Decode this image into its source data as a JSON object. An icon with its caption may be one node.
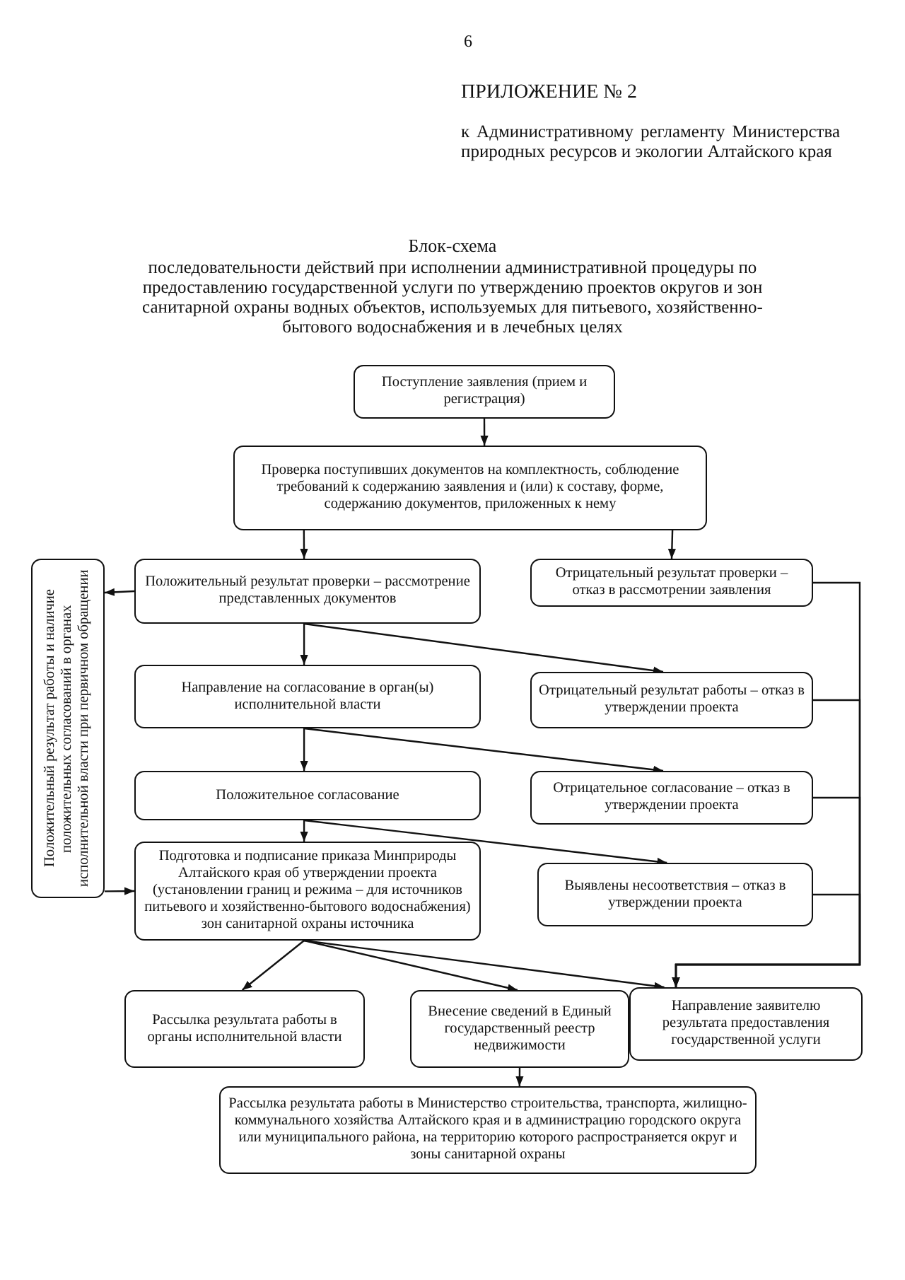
{
  "diagram": {
    "title": "Блок-схема",
    "nodes": [
      {
        "text": [
          "Поступление заявления (прием и регистрация)"
        ]
      },
      {
        "text": [
          "Проверка поступивших документов на комплектность, соблюдение требований к содержанию заявления и (или) к составу, форме, содержанию документов, приложенных к нему"
        ]
      },
      {
        "text": [
          "Положительный результат проверки – рассмотрение представленных документов"
        ]
      },
      {
        "text": [
          "Отрицательный результат проверки – отказ в рассмотрении заявления"
        ]
      },
      {
        "text": [
          "Положительный результат работы и наличие положительных согласований в органах исполнительной власти при первичном обращении"
        ]
      },
      {
        "text": [
          "Направление на согласование в орган(ы) исполнительной власти"
        ]
      },
      {
        "text": [
          "Отрицательный результат работы – отказ в утверждении проекта"
        ]
      },
      {
        "text": [
          "Положительное согласование"
        ]
      },
      {
        "text": [
          "Отрицательное согласование – отказ в утверждении проекта"
        ]
      },
      {
        "text": [
          "Подготовка и подписание приказа Минприроды Алтайского края об утверждении проекта (установлении границ и режима – для источников питьевого и хозяйственно-бытового водоснабжения) зон санитарной охраны источника"
        ]
      },
      {
        "text": [
          "Выявлены несоответствия – отказ в утверждении проекта"
        ]
      },
      {
        "text": [
          "Рассылка результата работы в органы исполнительной власти"
        ]
      },
      {
        "text": [
          "Внесение сведений в Единый государственный реестр недвижимости"
        ]
      },
      {
        "text": [
          "Направление заявителю результата предоставления государственной услуги"
        ]
      },
      {
        "text": [
          "Рассылка результата работы в Министерство строительства, транспорта, жилищно-коммунального хозяйства Алтайского края и в администрацию городского округа или муниципального района, на территорию которого распространяется округ и зоны санитарной охраны"
        ]
      }
    ],
    "edges": [
      {
        "from": 0,
        "to": 1,
        "arrow": "to"
      },
      {
        "from": 1,
        "to": 2,
        "arrow": "to"
      },
      {
        "from": 1,
        "to": 3,
        "arrow": "to"
      },
      {
        "from": 2,
        "to": 4,
        "arrow": "to"
      },
      {
        "from": 4,
        "to": 9,
        "arrow": "to"
      },
      {
        "from": 2,
        "to": 5,
        "arrow": "to"
      },
      {
        "from": 2,
        "to": 6,
        "arrow": "to"
      },
      {
        "from": 5,
        "to": 7,
        "arrow": "to"
      },
      {
        "from": 5,
        "to": 8,
        "arrow": "to"
      },
      {
        "from": 7,
        "to": 9,
        "arrow": "to"
      },
      {
        "from": 7,
        "to": 10,
        "arrow": "to"
      },
      {
        "from": 9,
        "to": 11,
        "arrow": "to"
      },
      {
        "from": 9,
        "to": 12,
        "arrow": "to"
      },
      {
        "from": 9,
        "to": 13,
        "arrow": "to"
      },
      {
        "from": 12,
        "to": 14,
        "arrow": "to"
      },
      {
        "from": 3,
        "to": 13,
        "arrow": "to"
      },
      {
        "from": 6,
        "to": 13,
        "arrow": "to"
      },
      {
        "from": 8,
        "to": 13,
        "arrow": "to"
      },
      {
        "from": 10,
        "to": 13,
        "arrow": "to"
      }
    ],
    "labels": [
      "6",
      "ПРИЛОЖЕНИЕ № 2",
      "к Административному регламенту Министерства природных ресурсов и экологии Алтайского края",
      "последовательности действий при исполнении административной процедуры по предоставлению государственной услуги по утверждению проектов округов и зон санитарной охраны водных объектов, используемых для питьевого, хозяйственно-бытового водоснабжения и в лечебных целях"
    ]
  }
}
